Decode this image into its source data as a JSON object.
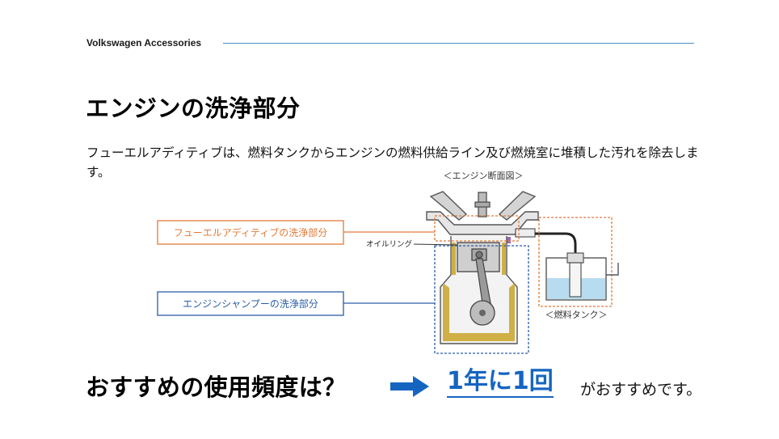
{
  "header": {
    "brand": "Volkswagen Accessories"
  },
  "title": "エンジンの洗浄部分",
  "description": "フューエルアディティブは、燃料タンクからエンジンの燃料供給ライン及び燃焼室に堆積した汚れを除去します。",
  "diagram": {
    "caption_top": "＜エンジン断面図＞",
    "label_fuel_additive": "フューエルアディティブの洗浄部分",
    "label_oil_ring": "オイルリング",
    "label_engine_shampoo": "エンジンシャンプーの洗浄部分",
    "caption_tank": "＜燃料タンク＞",
    "colors": {
      "fuel_additive": "#e07b3a",
      "engine_shampoo": "#2b5ea8",
      "sludge": "#c9a227",
      "fuel": "#b8dcef"
    }
  },
  "footer": {
    "question": "おすすめの使用頻度は？",
    "frequency": "1年に1回",
    "recommend_tail": "がおすすめです。",
    "accent": "#1565c0"
  }
}
